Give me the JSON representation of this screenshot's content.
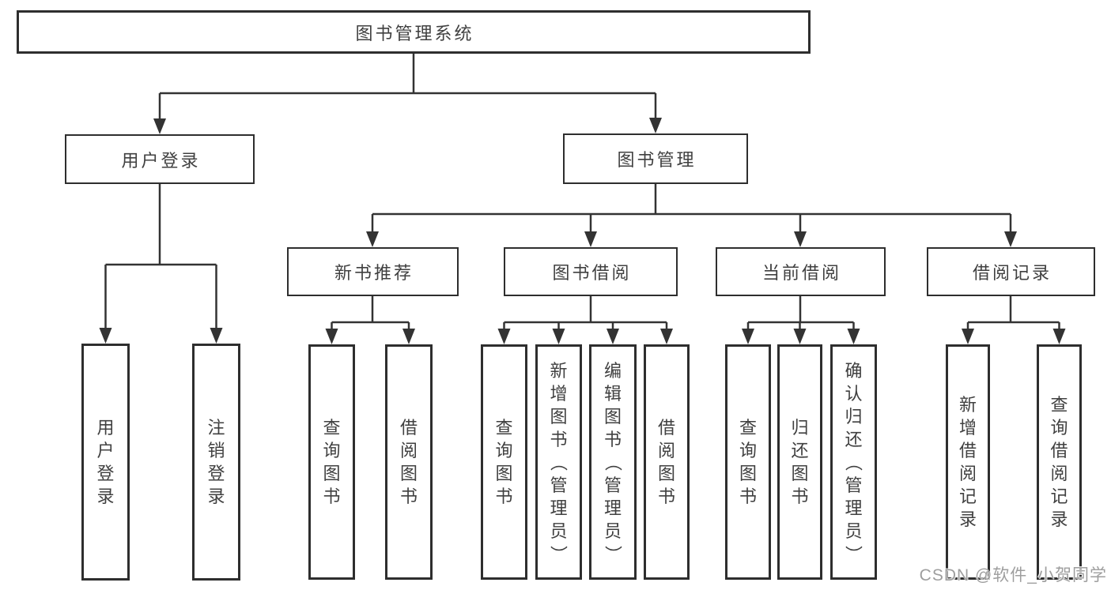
{
  "page": {
    "background": "#ffffff",
    "watermark": "CSDN @软件_小贺同学"
  },
  "colors": {
    "line": "#333333",
    "box_border": "#2e2e2e",
    "text": "#404040",
    "watermark_text": "#9e9e9e"
  },
  "tree": {
    "root": "图书管理系统",
    "login": {
      "label": "用户登录",
      "children": [
        "用户登录",
        "注销登录"
      ]
    },
    "management": {
      "label": "图书管理",
      "sections": [
        {
          "label": "新书推荐",
          "children": [
            "查询图书",
            "借阅图书"
          ]
        },
        {
          "label": "图书借阅",
          "children": [
            "查询图书",
            "新增图书（管理员）",
            "编辑图书（管理员）",
            "借阅图书"
          ]
        },
        {
          "label": "当前借阅",
          "children": [
            "查询图书",
            "归还图书",
            "确认归还（管理员）"
          ]
        },
        {
          "label": "借阅记录",
          "children": [
            "新增借阅记录",
            "查询借阅记录"
          ]
        }
      ]
    }
  }
}
